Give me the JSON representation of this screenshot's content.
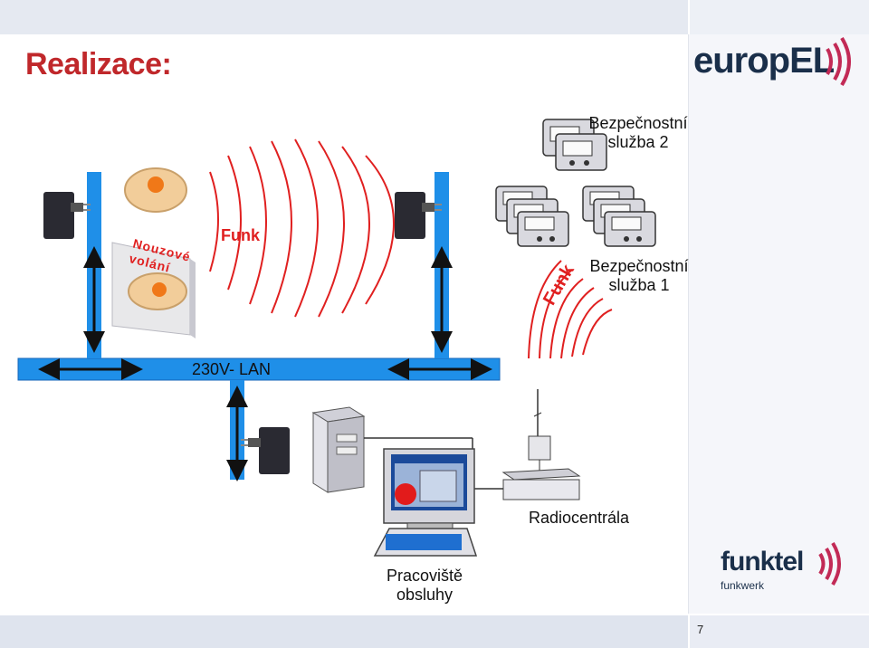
{
  "slide": {
    "title": "Realizace:",
    "page_number": "7"
  },
  "labels": {
    "security_2": "Bezpečnostní\nslužba 2",
    "security_1": "Bezpečnostní\nslužba 1",
    "funk_left": "Funk",
    "funk_right": "Funk",
    "emergency_call": "Nouzové\nvolání",
    "lan": "230V- LAN",
    "radio_central": "Radiocentrála",
    "operator_station": "Pracoviště\nobsluhy"
  },
  "brands": {
    "europel": "europEL",
    "funktel": "funktel",
    "funkwerk": "funkwerk"
  },
  "colors": {
    "title": "#c0282b",
    "accent_red": "#e02020",
    "lan_bus": "#1f8fe8",
    "brand_dark": "#1a2f4a",
    "brand_red": "#c22a56"
  },
  "icons": [
    "power-plug-adapter-icon",
    "emergency-button-icon",
    "pager-icon",
    "antenna-icon",
    "server-tower-icon",
    "monitor-icon",
    "keyboard-icon",
    "radio-base-station-icon",
    "radio-waves-icon"
  ]
}
